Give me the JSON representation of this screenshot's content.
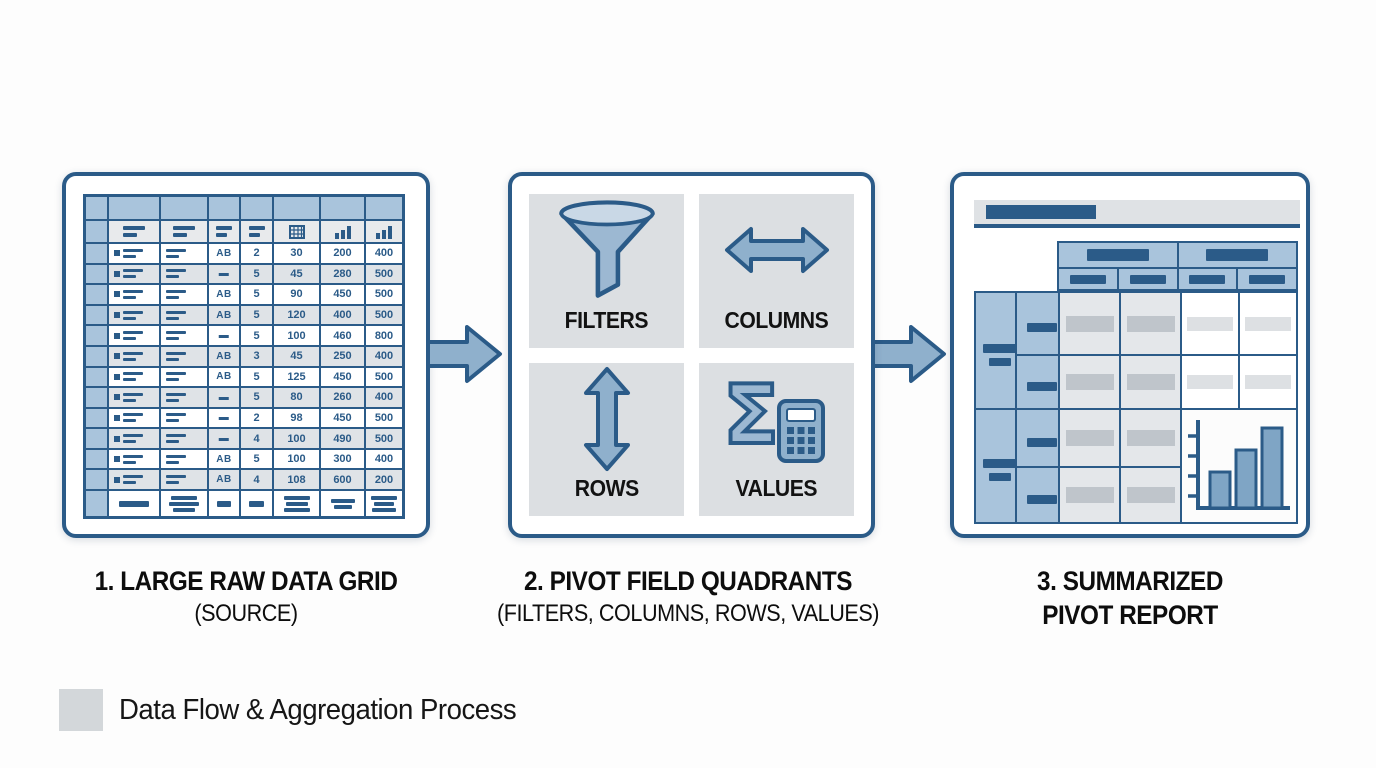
{
  "captions": {
    "source_line1": "1. LARGE RAW DATA GRID",
    "source_line2": "(SOURCE)",
    "quadrants_line1": "2. PIVOT FIELD QUADRANTS",
    "quadrants_line2": "(FILTERS, COLUMNS, ROWS, VALUES)",
    "report_line1": "3. SUMMARIZED",
    "report_line2": "PIVOT REPORT"
  },
  "source_table": {
    "columns": [
      "row-number",
      "text",
      "text",
      "type",
      "qty",
      "value",
      "value",
      "value"
    ],
    "rows": [
      {
        "type": "AB",
        "qty": "2",
        "v1": "30",
        "v2": "200",
        "v3": "400"
      },
      {
        "type": "▬",
        "qty": "5",
        "v1": "45",
        "v2": "280",
        "v3": "500"
      },
      {
        "type": "AB",
        "qty": "5",
        "v1": "90",
        "v2": "450",
        "v3": "500"
      },
      {
        "type": "AB",
        "qty": "5",
        "v1": "120",
        "v2": "400",
        "v3": "500"
      },
      {
        "type": "▬",
        "qty": "5",
        "v1": "100",
        "v2": "460",
        "v3": "800"
      },
      {
        "type": "AB",
        "qty": "3",
        "v1": "45",
        "v2": "250",
        "v3": "400"
      },
      {
        "type": "AB",
        "qty": "5",
        "v1": "125",
        "v2": "450",
        "v3": "500"
      },
      {
        "type": "▬",
        "qty": "5",
        "v1": "80",
        "v2": "260",
        "v3": "400"
      },
      {
        "type": "▬",
        "qty": "2",
        "v1": "98",
        "v2": "450",
        "v3": "500"
      },
      {
        "type": "▬",
        "qty": "4",
        "v1": "100",
        "v2": "490",
        "v3": "500"
      },
      {
        "type": "AB",
        "qty": "5",
        "v1": "100",
        "v2": "300",
        "v3": "400"
      },
      {
        "type": "AB",
        "qty": "4",
        "v1": "108",
        "v2": "600",
        "v3": "200"
      }
    ]
  },
  "quadrants": [
    {
      "label": "FILTERS",
      "icon": "funnel-icon"
    },
    {
      "label": "COLUMNS",
      "icon": "horizontal-double-arrow-icon"
    },
    {
      "label": "ROWS",
      "icon": "vertical-double-arrow-icon"
    },
    {
      "label": "VALUES",
      "icon": "sigma-calculator-icon"
    }
  ],
  "report": {
    "column_groups": 2,
    "column_subheaders": 4,
    "row_groups": 2,
    "rows_per_group": 2,
    "mini_chart": {
      "type": "bar",
      "bars_relative": [
        35,
        57,
        78
      ],
      "ticks": 4
    }
  },
  "legend": {
    "label": "Data Flow & Aggregation Process",
    "swatch_color": "#d3d7da"
  },
  "colors": {
    "navy": "#2b5b88",
    "arrow_blue": "#8fb0cc",
    "header_blue": "#a9c4dc",
    "quadrant_gray": "#dcdfe2",
    "cell_gray": "#dfe3e7"
  }
}
